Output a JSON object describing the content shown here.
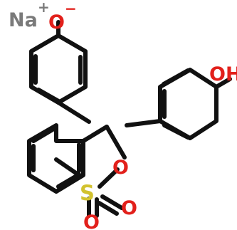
{
  "labels": {
    "sodium": "Na",
    "sodium_charge": "+",
    "oxide": "O",
    "oxide_charge": "−",
    "hydroxyl": "OH",
    "ring_oxygen": "O",
    "sulfur": "S",
    "sulfonyl_oxygen_right": "O",
    "sulfonyl_oxygen_bottom": "O"
  },
  "colors": {
    "bond": "#111111",
    "gray": "#7a7a7a",
    "oxygen": "#e2201b",
    "sulfur": "#d2c22f"
  }
}
